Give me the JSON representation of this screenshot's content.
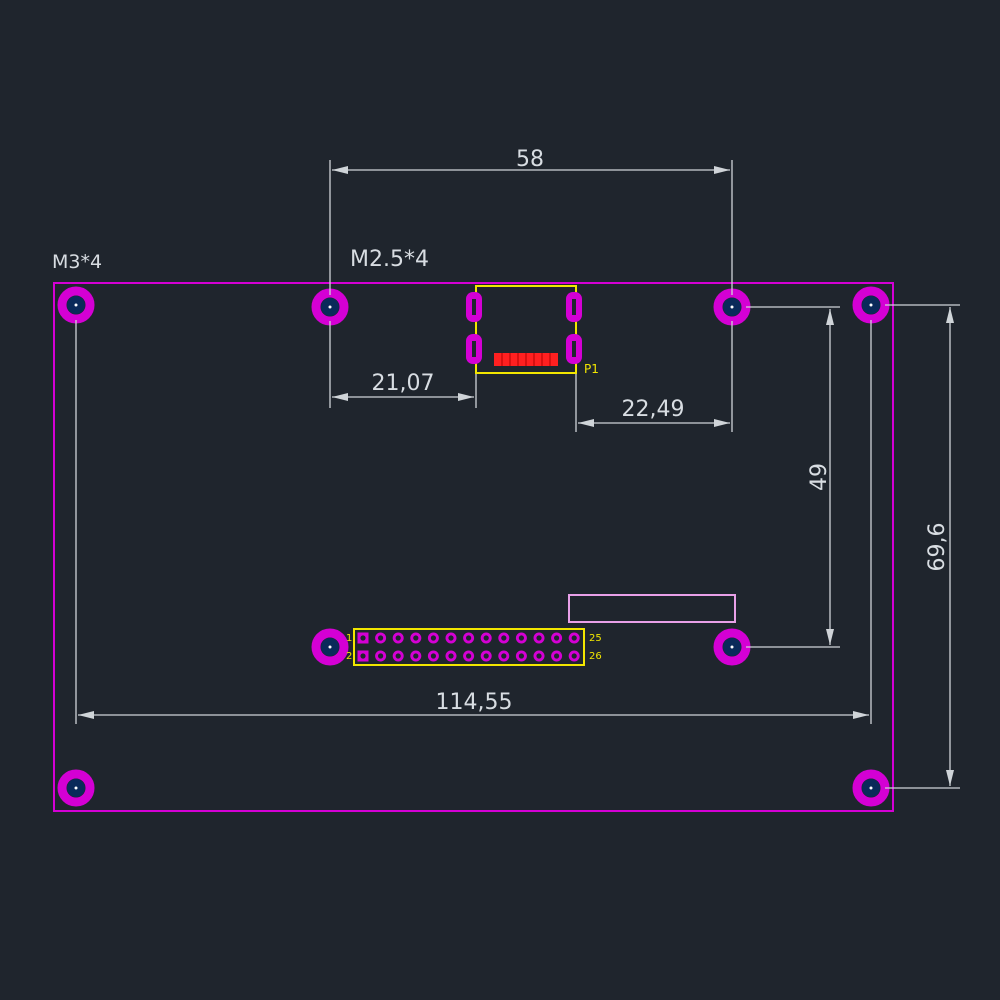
{
  "labels": {
    "m3": "M3*4",
    "m25": "M2.5*4",
    "connector": "P1",
    "header_pin_1": "1",
    "header_pin_2": "2",
    "header_pin_25": "25",
    "header_pin_26": "26"
  },
  "dimensions": {
    "top_span": "58",
    "left_offset": "21,07",
    "right_offset": "22,49",
    "inner_height": "49",
    "outer_height": "69,6",
    "outer_width": "114,55"
  },
  "colors": {
    "background": "#1f252d",
    "outline": "#d400d4",
    "hole_ring": "#d400d4",
    "hole_center": "#0a2a5a",
    "silkscreen": "#f2e600",
    "pad_red": "#ff2020",
    "dimension": "#cfd4d8",
    "pink_rect": "#e8a0e8"
  }
}
